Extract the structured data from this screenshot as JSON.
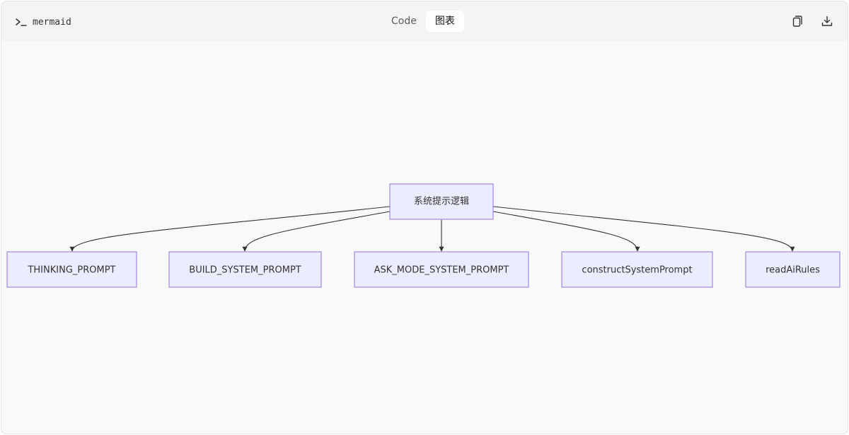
{
  "header": {
    "language": "mermaid",
    "tabs": [
      {
        "label": "Code",
        "active": false
      },
      {
        "label": "图表",
        "active": true
      }
    ],
    "actions": [
      {
        "icon": "copy-icon"
      },
      {
        "icon": "download-icon"
      }
    ]
  },
  "diagram": {
    "type": "flowchart",
    "root": {
      "id": "root",
      "label": "系统提示逻辑"
    },
    "children": [
      {
        "id": "c1",
        "label": "THINKING_PROMPT"
      },
      {
        "id": "c2",
        "label": "BUILD_SYSTEM_PROMPT"
      },
      {
        "id": "c3",
        "label": "ASK_MODE_SYSTEM_PROMPT"
      },
      {
        "id": "c4",
        "label": "constructSystemPrompt"
      },
      {
        "id": "c5",
        "label": "readAiRules"
      }
    ],
    "edges": [
      {
        "from": "root",
        "to": "c1"
      },
      {
        "from": "root",
        "to": "c2"
      },
      {
        "from": "root",
        "to": "c3"
      },
      {
        "from": "root",
        "to": "c4"
      },
      {
        "from": "root",
        "to": "c5"
      }
    ],
    "colors": {
      "node_fill": "#ececff",
      "node_stroke": "#9370db",
      "edge": "#333333",
      "background": "#f9f9f9"
    }
  }
}
